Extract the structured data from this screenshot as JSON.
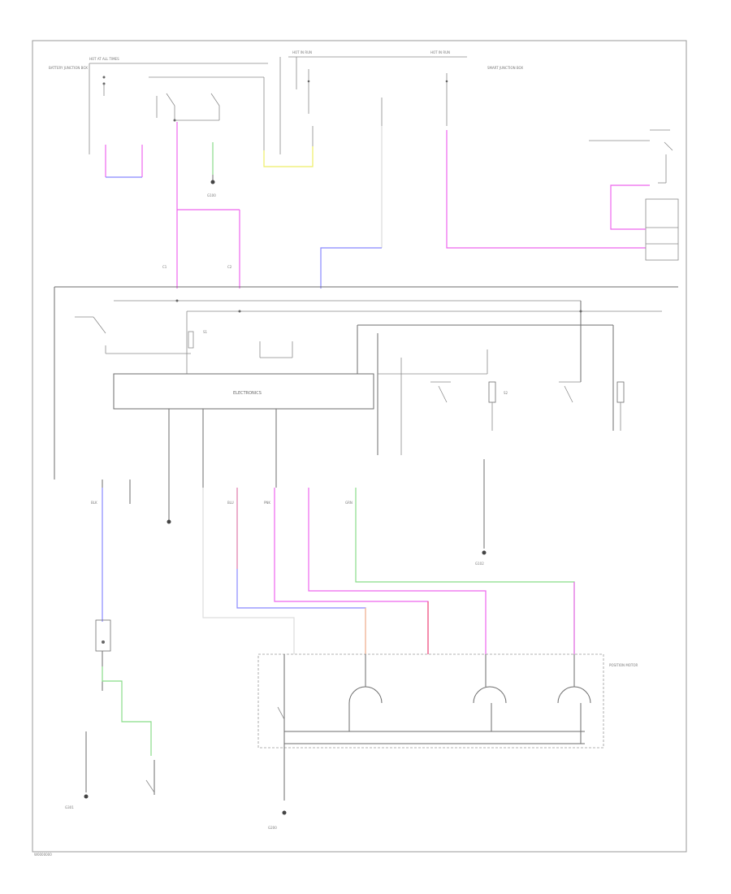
{
  "diagram": {
    "footer_code": "W0000000",
    "colors": {
      "wire_default": "#6e6e6e",
      "magenta": "#ee66ee",
      "pink": "#ff88dd",
      "blue": "#8888ff",
      "green": "#88dd88",
      "yellow": "#eeee66",
      "orange": "#ffbb88",
      "light_gray": "#dddddd"
    },
    "labels": {
      "electronics_box": "ELECTRONICS",
      "fuse_top_left": "HOT AT ALL TIMES",
      "fuse_top_mid": "HOT IN RUN",
      "fuse_top_right": "HOT IN RUN",
      "battery_junction": "BATTERY JUNCTION BOX",
      "smart_junction": "SMART JUNCTION BOX",
      "ground_g100": "G100",
      "ground_g102": "G102",
      "ground_g200": "G200",
      "ground_g301": "G301",
      "connector_c1": "C1",
      "connector_c2": "C2",
      "switch_s1": "S1",
      "switch_s2": "S2",
      "motor_box": "POSITION MOTOR",
      "wire_tag_1": "BLK",
      "wire_tag_2": "PNK",
      "wire_tag_3": "BLU",
      "wire_tag_4": "GRN"
    }
  }
}
